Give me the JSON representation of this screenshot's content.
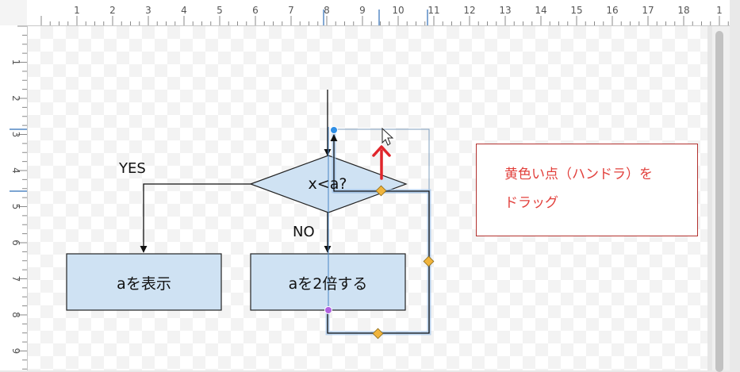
{
  "ruler": {
    "top_numbers": [
      "1",
      "2",
      "3",
      "4",
      "5",
      "6",
      "7",
      "8",
      "9",
      "10",
      "11",
      "12",
      "13",
      "14",
      "15",
      "16",
      "17",
      "18",
      "1"
    ],
    "left_numbers": [
      "1",
      "2",
      "3",
      "4",
      "5",
      "6",
      "7",
      "8",
      "9"
    ]
  },
  "flowchart": {
    "decision_label": "x<a?",
    "process_left_label": "aを表示",
    "process_right_label": "aを2倍する",
    "edge_yes_label": "YES",
    "edge_no_label": "NO"
  },
  "note": {
    "line1": "黄色い点（ハンドラ）を",
    "line2": "ドラッグ"
  },
  "colors": {
    "shape_fill": "#cfe2f3",
    "selection": "#4a86c5",
    "handle_yellow": "#f0b43c",
    "handle_blue": "#2f8ee5",
    "handle_purple": "#b061e0",
    "arrow_red": "#e0252b"
  }
}
